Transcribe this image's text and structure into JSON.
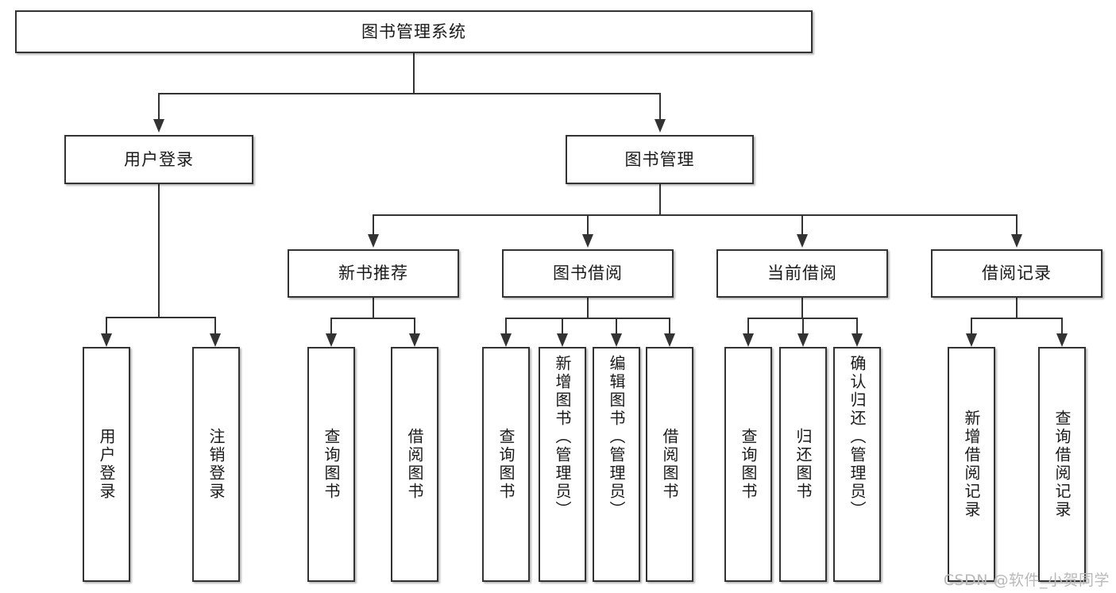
{
  "diagram": {
    "title": "图书管理系统",
    "type": "tree-hierarchy",
    "watermark": "CSDN @软件_小贺同学"
  },
  "nodes": {
    "root": {
      "label": "图书管理系统"
    },
    "level2": [
      {
        "id": "user-login",
        "label": "用户登录"
      },
      {
        "id": "book-manage",
        "label": "图书管理"
      }
    ],
    "level3": [
      {
        "id": "new-book-recommend",
        "label": "新书推荐"
      },
      {
        "id": "book-borrow",
        "label": "图书借阅"
      },
      {
        "id": "current-borrow",
        "label": "当前借阅"
      },
      {
        "id": "borrow-record",
        "label": "借阅记录"
      }
    ],
    "leaves": {
      "user_login": [
        {
          "id": "leaf-user-login",
          "label": "用户登录"
        },
        {
          "id": "leaf-user-logout",
          "label": "注销登录"
        }
      ],
      "new_book_recommend": [
        {
          "id": "leaf-query-book-1",
          "label": "查询图书"
        },
        {
          "id": "leaf-borrow-book-1",
          "label": "借阅图书"
        }
      ],
      "book_borrow": [
        {
          "id": "leaf-query-book-2",
          "label": "查询图书"
        },
        {
          "id": "leaf-add-book",
          "label": "新增图书（管理员）"
        },
        {
          "id": "leaf-edit-book",
          "label": "编辑图书（管理员）"
        },
        {
          "id": "leaf-borrow-book-2",
          "label": "借阅图书"
        }
      ],
      "current_borrow": [
        {
          "id": "leaf-query-book-3",
          "label": "查询图书"
        },
        {
          "id": "leaf-return-book",
          "label": "归还图书"
        },
        {
          "id": "leaf-confirm-return",
          "label": "确认归还（管理员）"
        }
      ],
      "borrow_record": [
        {
          "id": "leaf-add-record",
          "label": "新增借阅记录"
        },
        {
          "id": "leaf-query-record",
          "label": "查询借阅记录"
        }
      ]
    }
  },
  "colors": {
    "box_border": "#333333",
    "box_fill": "#ffffff",
    "connector": "#333333",
    "text": "#1a1a1a",
    "watermark": "#b9b9b9",
    "background": "#ffffff"
  }
}
